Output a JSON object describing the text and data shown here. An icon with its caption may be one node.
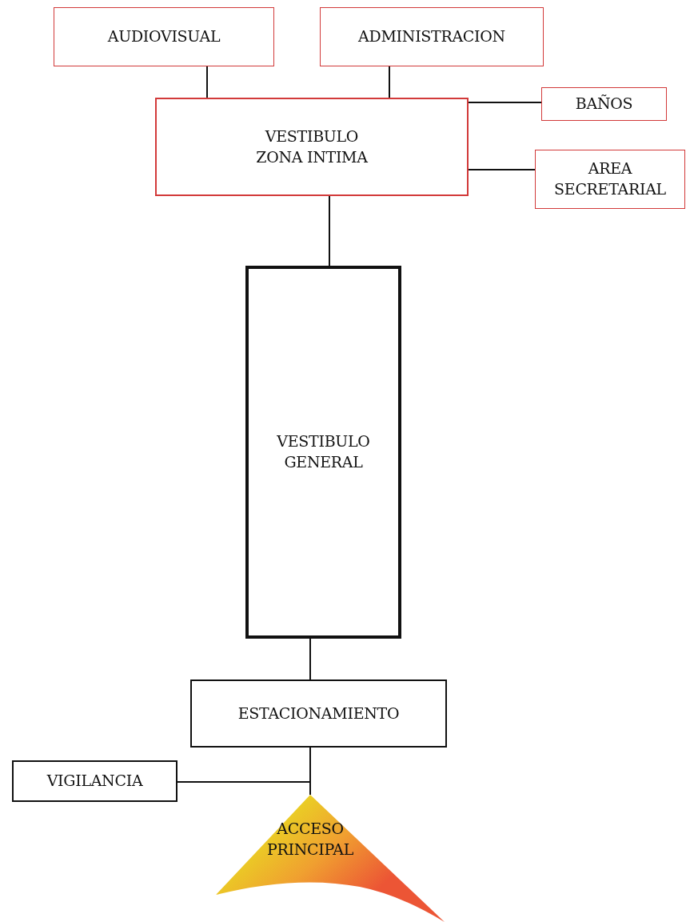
{
  "diagram": {
    "nodes": [
      {
        "text": [
          "AUDIOVISUAL"
        ]
      },
      {
        "text": [
          "ADMINISTRACION"
        ]
      },
      {
        "text": [
          "VESTIBULO ZONA INTIMA"
        ]
      },
      {
        "text": [
          "BAÑOS"
        ]
      },
      {
        "text": [
          "AREA SECRETARIAL"
        ]
      },
      {
        "text": [
          "VESTIBULO GENERAL"
        ]
      },
      {
        "text": [
          "ESTACIONAMIENTO"
        ]
      },
      {
        "text": [
          "VIGILANCIA"
        ]
      },
      {
        "text": [
          "ACCESO PRINCIPAL"
        ]
      }
    ],
    "edges": [
      {
        "from": 0,
        "to": 2,
        "arrow": "none"
      },
      {
        "from": 1,
        "to": 2,
        "arrow": "none"
      },
      {
        "from": 2,
        "to": 3,
        "arrow": "none"
      },
      {
        "from": 2,
        "to": 4,
        "arrow": "none"
      },
      {
        "from": 2,
        "to": 5,
        "arrow": "none"
      },
      {
        "from": 5,
        "to": 6,
        "arrow": "none"
      },
      {
        "from": 6,
        "to": 8,
        "arrow": "none"
      },
      {
        "from": 7,
        "to": 8,
        "arrow": "none"
      }
    ]
  }
}
